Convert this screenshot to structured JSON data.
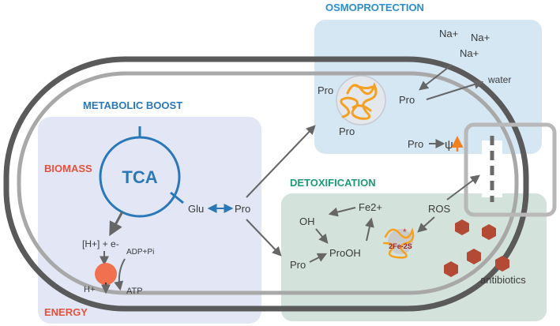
{
  "sections": {
    "osmoprotection": {
      "title": "OSMOPROTECTION",
      "color": "#2a8fd0"
    },
    "metabolic_boost": {
      "title": "METABOLIC BOOST",
      "color": "#2a78b8"
    },
    "biomass": {
      "title": "BIOMASS",
      "color": "#e4503c"
    },
    "detoxification": {
      "title": "DETOXIFICATION",
      "color": "#1f9a78"
    },
    "energy": {
      "title": "ENERGY",
      "color": "#e4503c"
    }
  },
  "labels": {
    "tca": "TCA",
    "glu": "Glu",
    "pro_center": "Pro",
    "protons": "[H+] + e-",
    "adp": "ADP+Pi",
    "h_plus": "H+",
    "atp": "ATP",
    "na1": "Na+",
    "na2": "Na+",
    "na3": "Na+",
    "pro_osmo1": "Pro",
    "pro_osmo2": "Pro",
    "pro_osmo3": "Pro",
    "water": "water",
    "pro_psi": "Pro",
    "psi": "ψ",
    "oh": "OH",
    "fe": "Fe2+",
    "ros": "ROS",
    "pro_detox": "Pro",
    "prooh": "ProOH",
    "fe_s": "2Fe-2S",
    "antibiotics": "antibiotics"
  },
  "colors": {
    "osmo_box": "#d6e7f4",
    "detox_box": "#d3e3dc",
    "metabolic_box": "#e3e7f5",
    "cell_outer": "#5a5a5a",
    "cell_inner": "#a8a8a8",
    "tca_blue": "#2a78b8",
    "protein_orange": "#f5a020",
    "antibiotic_red": "#b34a35",
    "atp_synthase": "#f07050",
    "arrow_grey": "#666666"
  }
}
